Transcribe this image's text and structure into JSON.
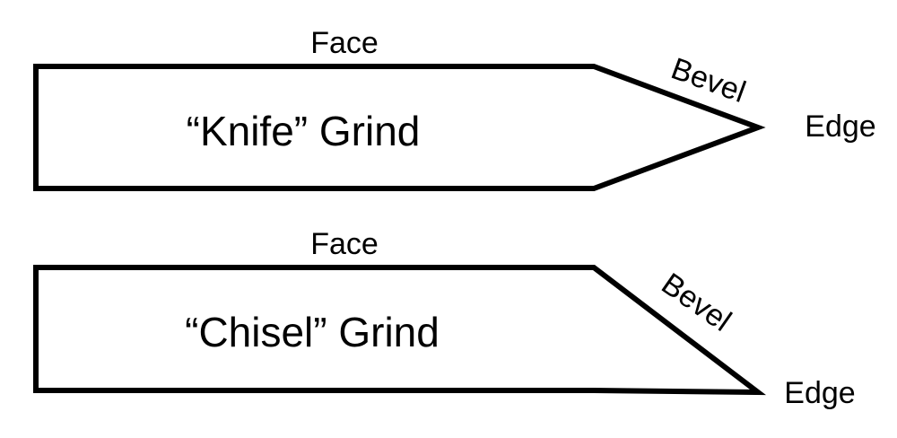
{
  "diagrams": [
    {
      "id": "knife",
      "title": "“Knife” Grind",
      "labels": {
        "face": "Face",
        "bevel": "Bevel",
        "edge": "Edge"
      }
    },
    {
      "id": "chisel",
      "title": "“Chisel” Grind",
      "labels": {
        "face": "Face",
        "bevel": "Bevel",
        "edge": "Edge"
      }
    }
  ]
}
